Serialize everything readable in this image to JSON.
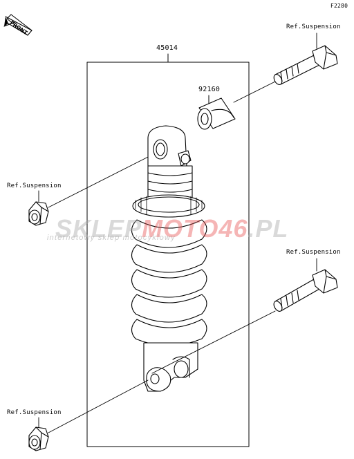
{
  "diagram_code": "F2280",
  "direction_badge": "FRONT",
  "parts": {
    "shock_absorber": "45014",
    "bushing": "92160"
  },
  "callouts": {
    "top_right_bolt": "Ref.Suspension",
    "left_nut_upper": "Ref.Suspension",
    "right_bolt_lower": "Ref.Suspension",
    "left_nut_lower": "Ref.Suspension"
  },
  "watermark": {
    "brand_part1": "SKLEP",
    "brand_part2": "MOTO46",
    "brand_part3": ".PL",
    "tagline": "internetowy sklep motocyklowy"
  }
}
